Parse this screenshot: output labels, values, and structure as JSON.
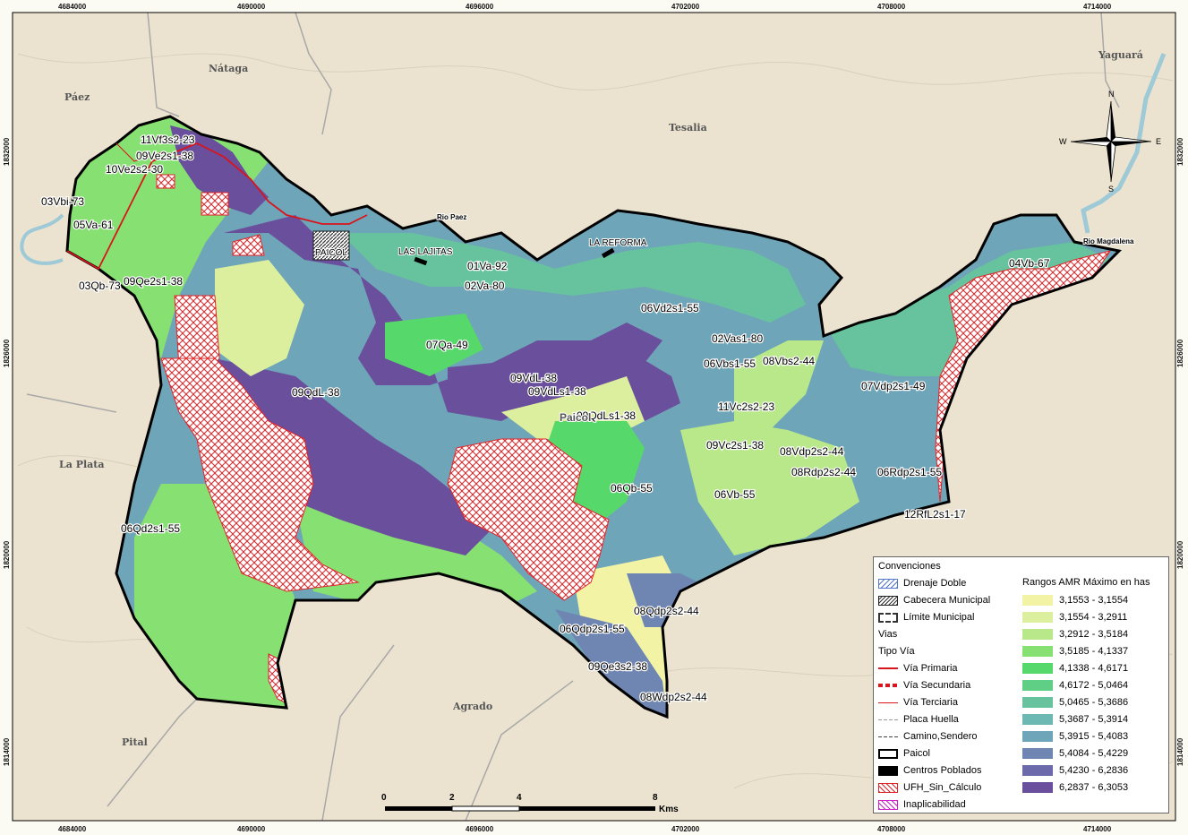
{
  "map": {
    "coords_top": [
      "4684000",
      "4690000",
      "4696000",
      "4702000",
      "4708000",
      "4714000"
    ],
    "coords_bottom": [
      "4684000",
      "4690000",
      "4696000",
      "4702000",
      "4708000",
      "4714000"
    ],
    "coords_left": [
      "1832000",
      "1826000",
      "1820000",
      "1814000"
    ],
    "coords_right": [
      "1832000",
      "1826000",
      "1820000",
      "1814000"
    ],
    "neighbors": [
      "Nátaga",
      "Páez",
      "Tesalia",
      "Yaguará",
      "La Plata",
      "Agrado",
      "Pital"
    ],
    "municipality_label": "Paicol",
    "rivers": [
      "Rio Paez",
      "Rio Magdalena"
    ],
    "places": [
      "PAICOL",
      "LAS LAJITAS",
      "LA REFORMA"
    ],
    "ufh_labels": [
      "11Vf3s2-23",
      "09Ve2s1-38",
      "10Ve2s2-30",
      "03Vbi-73",
      "05Va-61",
      "03Qb-73",
      "09Qe2s1-38",
      "01Va-92",
      "02Va-80",
      "06Vd2s1-55",
      "07Qa-49",
      "02Vas1-80",
      "06Vbs1-55",
      "08Vbs2-44",
      "09QdL-38",
      "09VdL-38",
      "09VdLs1-38",
      "09QdLs1-38",
      "07Vdp2s1-49",
      "11Vc2s2-23",
      "09Vc2s1-38",
      "08Vdp2s2-44",
      "08Rdp2s2-44",
      "06Rdp2s1-55",
      "06Qb-55",
      "06Vb-55",
      "12RfL2s1-17",
      "04Vb-67",
      "06Qd2s1-55",
      "08Qdp2s2-44",
      "06Qdp2s1-55",
      "09Qe3s2-38",
      "08Wdp2s2-44"
    ],
    "compass": {
      "n": "N",
      "s": "S",
      "e": "E",
      "w": "W"
    },
    "scale": {
      "ticks": [
        "0",
        "2",
        "4",
        "8"
      ],
      "unit": "Kms"
    }
  },
  "legend": {
    "title": "Convenciones",
    "items": [
      "Drenaje Doble",
      "Cabecera Municipal",
      "Límite Municipal",
      "Vias",
      "Tipo Vía",
      "Vía Primaria",
      "Vía Secundaria",
      "Vía Terciaria",
      "Placa Huella",
      "Camino,Sendero",
      "Paicol",
      "Centros Poblados",
      "UFH_Sin_Cálculo",
      "Inaplicabilidad"
    ],
    "ranges_title": "Rangos AMR Máximo en has",
    "ranges": [
      {
        "label": "3,1553 - 3,1554",
        "color": "#f3f3a6"
      },
      {
        "label": "3,1554 - 3,2911",
        "color": "#dcef9e"
      },
      {
        "label": "3,2912 - 3,5184",
        "color": "#b8e88a"
      },
      {
        "label": "3,5185 - 4,1337",
        "color": "#86e072"
      },
      {
        "label": "4,1338 - 4,6171",
        "color": "#56d86a"
      },
      {
        "label": "4,6172 - 5,0464",
        "color": "#5fcf86"
      },
      {
        "label": "5,0465 - 5,3686",
        "color": "#66c39d"
      },
      {
        "label": "5,3687 - 5,3914",
        "color": "#6cb8b3"
      },
      {
        "label": "5,3915 - 5,4083",
        "color": "#6fa5b8"
      },
      {
        "label": "5,4084 - 5,4229",
        "color": "#6f86b3"
      },
      {
        "label": "5,4230 - 6,2836",
        "color": "#6d6aac"
      },
      {
        "label": "6,2837 - 6,3053",
        "color": "#6a4f9c"
      }
    ]
  }
}
